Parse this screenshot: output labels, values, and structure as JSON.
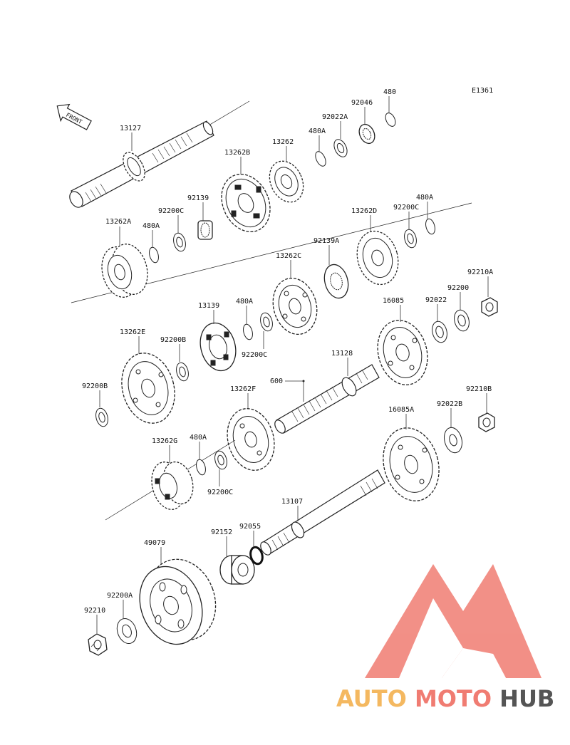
{
  "diagram_code": "E1361",
  "front_label": "FRONT",
  "watermark": {
    "part1": "AUTO",
    "part2": "MOTO",
    "part3": "HUB",
    "color1": "#f4b860",
    "color2": "#f07c72",
    "color3": "#555555",
    "logo_color": "#f07c72"
  },
  "parts": {
    "p13127": "13127",
    "p13262B": "13262B",
    "p13262": "13262",
    "p480A_1": "480A",
    "p92022A": "92022A",
    "p92046": "92046",
    "p480_1": "480",
    "p92139": "92139",
    "p92200C_1": "92200C",
    "p480A_2": "480A",
    "p13262A": "13262A",
    "p13262D": "13262D",
    "p92200C_2": "92200C",
    "p480A_3": "480A",
    "p92139A": "92139A",
    "p13262C": "13262C",
    "p16085": "16085",
    "p92022": "92022",
    "p92200": "92200",
    "p92210A": "92210A",
    "p13139": "13139",
    "p480A_4": "480A",
    "p13262E": "13262E",
    "p92200B_1": "92200B",
    "p92200C_3": "92200C",
    "p13128": "13128",
    "p600": "600",
    "p92200B_2": "92200B",
    "p13262F": "13262F",
    "p16085A": "16085A",
    "p92022B": "92022B",
    "p92210B": "92210B",
    "p13262G": "13262G",
    "p480A_5": "480A",
    "p92200C_4": "92200C",
    "p13107": "13107",
    "p92152": "92152",
    "p92055": "92055",
    "p49079": "49079",
    "p92200A": "92200A",
    "p92210": "92210"
  }
}
